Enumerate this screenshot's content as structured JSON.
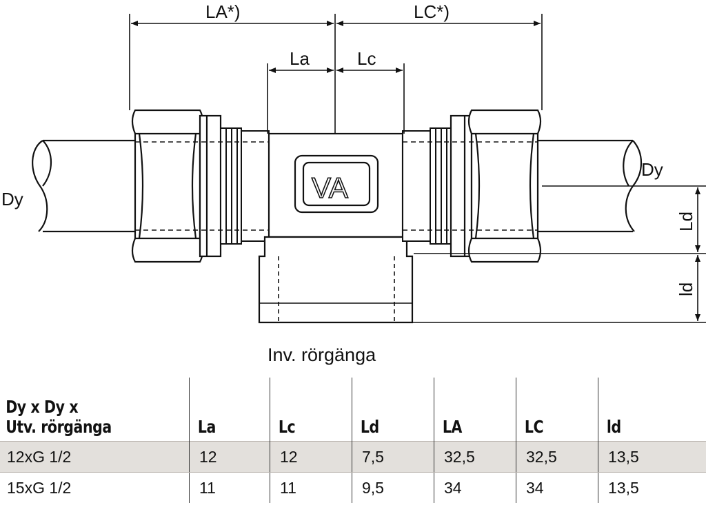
{
  "diagram": {
    "labels": {
      "la_total": "LA*)",
      "lc_total": "LC*)",
      "la": "La",
      "lc": "Lc",
      "dy_left": "Dy",
      "dy_right": "Dy",
      "ld": "Ld",
      "id": "ld",
      "va": "VA"
    },
    "caption": "Inv. rörgänga"
  },
  "table": {
    "title_line1": "Dy x Dy x",
    "title_line2": "Utv. rörgänga",
    "headers": [
      "La",
      "Lc",
      "Ld",
      "LA",
      "LC",
      "ld"
    ],
    "rows": [
      {
        "size": "12xG 1/2",
        "values": [
          "12",
          "12",
          "7,5",
          "32,5",
          "32,5",
          "13,5"
        ]
      },
      {
        "size": "15xG 1/2",
        "values": [
          "11",
          "11",
          "9,5",
          "34",
          "34",
          "13,5"
        ]
      }
    ]
  }
}
